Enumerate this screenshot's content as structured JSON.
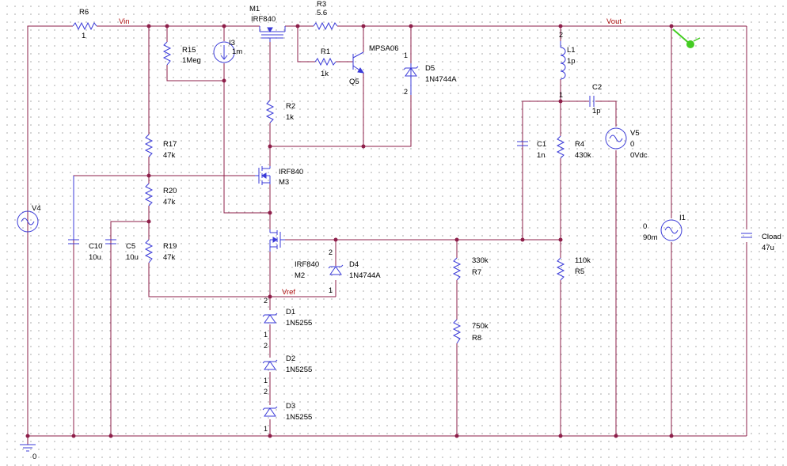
{
  "nets": {
    "vin": "Vin",
    "vout": "Vout",
    "vref": "Vref",
    "gnd": "0"
  },
  "parts": {
    "R6": {
      "ref": "R6",
      "value": "1"
    },
    "R3": {
      "ref": "R3",
      "value": "5.6"
    },
    "R1": {
      "ref": "R1",
      "value": "1k"
    },
    "R15": {
      "ref": "R15",
      "value": "1Meg"
    },
    "R2": {
      "ref": "R2",
      "value": "1k"
    },
    "R17": {
      "ref": "R17",
      "value": "47k"
    },
    "R20": {
      "ref": "R20",
      "value": "47k"
    },
    "R19": {
      "ref": "R19",
      "value": "47k"
    },
    "R4": {
      "ref": "R4",
      "value": "430k"
    },
    "R5": {
      "ref": "R5",
      "value": "110k"
    },
    "R7": {
      "ref": "R7",
      "value": "330k"
    },
    "R8": {
      "ref": "R8",
      "value": "750k"
    },
    "M1": {
      "ref": "M1",
      "value": "IRF840"
    },
    "M2": {
      "ref": "M2",
      "value": "IRF840"
    },
    "M3": {
      "ref": "M3",
      "value": "IRF840"
    },
    "Q5": {
      "ref": "Q5",
      "value": "MPSA06"
    },
    "D1": {
      "ref": "D1",
      "value": "1N5255"
    },
    "D2": {
      "ref": "D2",
      "value": "1N5255"
    },
    "D3": {
      "ref": "D3",
      "value": "1N5255"
    },
    "D4": {
      "ref": "D4",
      "value": "1N4744A"
    },
    "D5": {
      "ref": "D5",
      "value": "1N4744A"
    },
    "C1": {
      "ref": "C1",
      "value": "1n"
    },
    "C2": {
      "ref": "C2",
      "value": "1p"
    },
    "C5": {
      "ref": "C5",
      "value": "10u"
    },
    "C10": {
      "ref": "C10",
      "value": "10u"
    },
    "Cload": {
      "ref": "Cload",
      "value": "47u"
    },
    "L1": {
      "ref": "L1",
      "value": "1p"
    },
    "I3": {
      "ref": "I3",
      "value": "1m"
    },
    "I1": {
      "ref": "I1",
      "value": "90m",
      "dc": "0"
    },
    "V4": {
      "ref": "V4"
    },
    "V5": {
      "ref": "V5",
      "value": "0",
      "dc": "0Vdc"
    }
  },
  "pins": {
    "one": "1",
    "two": "2"
  },
  "colors": {
    "wire": "#8e1f4a",
    "part": "#3b3bd8",
    "net_label": "#b01010",
    "probe": "#44cc22"
  },
  "icons": {
    "probe": "voltage-probe-icon",
    "ground": "ground-icon"
  }
}
